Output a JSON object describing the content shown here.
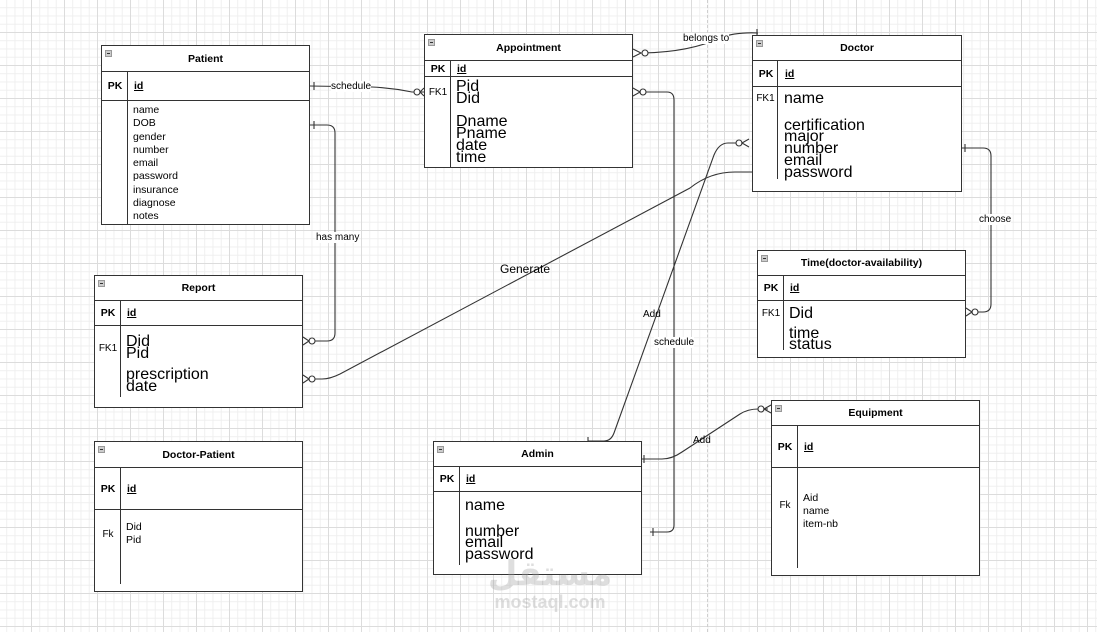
{
  "diagram": {
    "type": "ER diagram",
    "entities": {
      "patient": {
        "title": "Patient",
        "pk_key": "PK",
        "pk": "id",
        "fk_key": "",
        "attrs": [
          "name",
          "DOB",
          "gender",
          "number",
          "email",
          "password",
          "insurance",
          "diagnose",
          "notes"
        ]
      },
      "appointment": {
        "title": "Appointment",
        "pk_key": "PK",
        "pk": "id",
        "fk_key": "FK1",
        "attrs": [
          "Pid",
          "Did",
          "",
          "Dname",
          "Pname",
          "date",
          "time"
        ]
      },
      "doctor": {
        "title": "Doctor",
        "pk_key": "PK",
        "pk": "id",
        "fk_key": "FK1",
        "attrs": [
          "name",
          "",
          "certification",
          "major",
          "number",
          "email",
          "password"
        ]
      },
      "time": {
        "title": "Time(doctor-availability)",
        "pk_key": "PK",
        "pk": "id",
        "fk_key": "FK1",
        "attrs": [
          "Did",
          "time",
          "status"
        ]
      },
      "report": {
        "title": "Report",
        "pk_key": "PK",
        "pk": "id",
        "fk_key": "FK1",
        "attrs": [
          "Did",
          "Pid",
          "prescription",
          "date"
        ]
      },
      "doctor_patient": {
        "title": "Doctor-Patient",
        "pk_key": "PK",
        "pk": "id",
        "fk_key": "Fk",
        "attrs": [
          "Did",
          "Pid"
        ]
      },
      "admin": {
        "title": "Admin",
        "pk_key": "PK",
        "pk": "id",
        "fk_key": "",
        "attrs": [
          "name",
          "",
          "number",
          "email",
          "password"
        ]
      },
      "equipment": {
        "title": "Equipment",
        "pk_key": "PK",
        "pk": "id",
        "fk_key": "Fk",
        "attrs": [
          "Aid",
          "name",
          "item-nb"
        ]
      }
    },
    "relationships": [
      {
        "label": "schedule",
        "from": "Patient",
        "to": "Appointment",
        "from_end": "one",
        "to_end": "zero-or-many"
      },
      {
        "label": "belongs to",
        "from": "Doctor",
        "to": "Appointment",
        "from_end": "one",
        "to_end": "zero-or-many"
      },
      {
        "label": "has many",
        "from": "Patient",
        "to": "Report",
        "from_end": "one",
        "to_end": "zero-or-many"
      },
      {
        "label": "Generate",
        "from": "Doctor",
        "to": "Report",
        "from_end": "one",
        "to_end": "zero-or-many"
      },
      {
        "label": "choose",
        "from": "Doctor",
        "to": "Time(doctor-availability)",
        "from_end": "one",
        "to_end": "zero-or-many"
      },
      {
        "label": "Add",
        "from": "Admin",
        "to": "Doctor",
        "from_end": "one",
        "to_end": "zero-or-many"
      },
      {
        "label": "schedule",
        "from": "Admin",
        "to": "Appointment",
        "from_end": "one",
        "to_end": "zero-or-many"
      },
      {
        "label": "Add",
        "from": "Admin",
        "to": "Equipment",
        "from_end": "one",
        "to_end": "zero-or-many"
      }
    ]
  },
  "watermark": {
    "arabic": "مستقل",
    "latin": "mostaql.com"
  }
}
